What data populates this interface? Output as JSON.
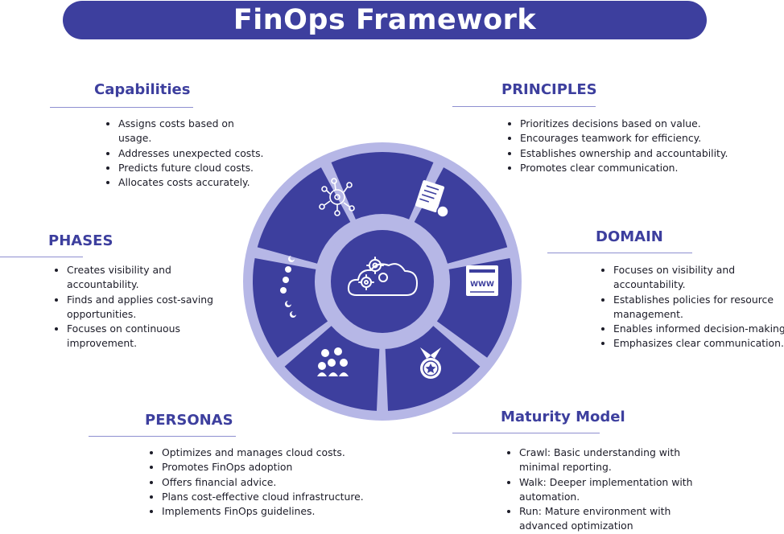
{
  "title": "FinOps Framework",
  "colors": {
    "primary": "#3d3f9e",
    "ring": "#b6b7e6",
    "heading": "#3d3f9e",
    "rule": "#8e8fd0"
  },
  "sections": {
    "capabilities": {
      "title": "Capabilities",
      "items": [
        "Assigns costs based on usage.",
        "Addresses unexpected costs.",
        "Predicts future cloud costs.",
        "Allocates costs accurately."
      ]
    },
    "principles": {
      "title": "PRINCIPLES",
      "items": [
        "Prioritizes decisions based on value.",
        "Encourages teamwork for efficiency.",
        "Establishes ownership and accountability.",
        "Promotes clear communication."
      ]
    },
    "phases": {
      "title": "PHASES",
      "items": [
        "Creates visibility and accountability.",
        "Finds and applies cost-saving opportunities.",
        "Focuses on continuous improvement."
      ]
    },
    "domain": {
      "title": "DOMAIN",
      "items": [
        "Focuses on visibility and accountability.",
        "Establishes policies for resource management.",
        "Enables informed decision-making.",
        "Emphasizes clear communication."
      ]
    },
    "personas": {
      "title": "PERSONAS",
      "items": [
        "Optimizes and manages cloud costs.",
        "Promotes FinOps adoption",
        "Offers financial advice.",
        "Plans cost-effective cloud infrastructure.",
        "Implements FinOps guidelines."
      ]
    },
    "maturity": {
      "title": "Maturity Model",
      "items": [
        "Crawl: Basic understanding with minimal reporting.",
        "Walk: Deeper implementation with automation.",
        "Run: Mature environment with advanced optimization"
      ]
    }
  },
  "wheel_icons": [
    "network-gears-icon",
    "document-icon",
    "browser-window-icon",
    "award-badge-icon",
    "team-group-icon",
    "moon-phases-icon",
    "cloud-gears-icon"
  ]
}
